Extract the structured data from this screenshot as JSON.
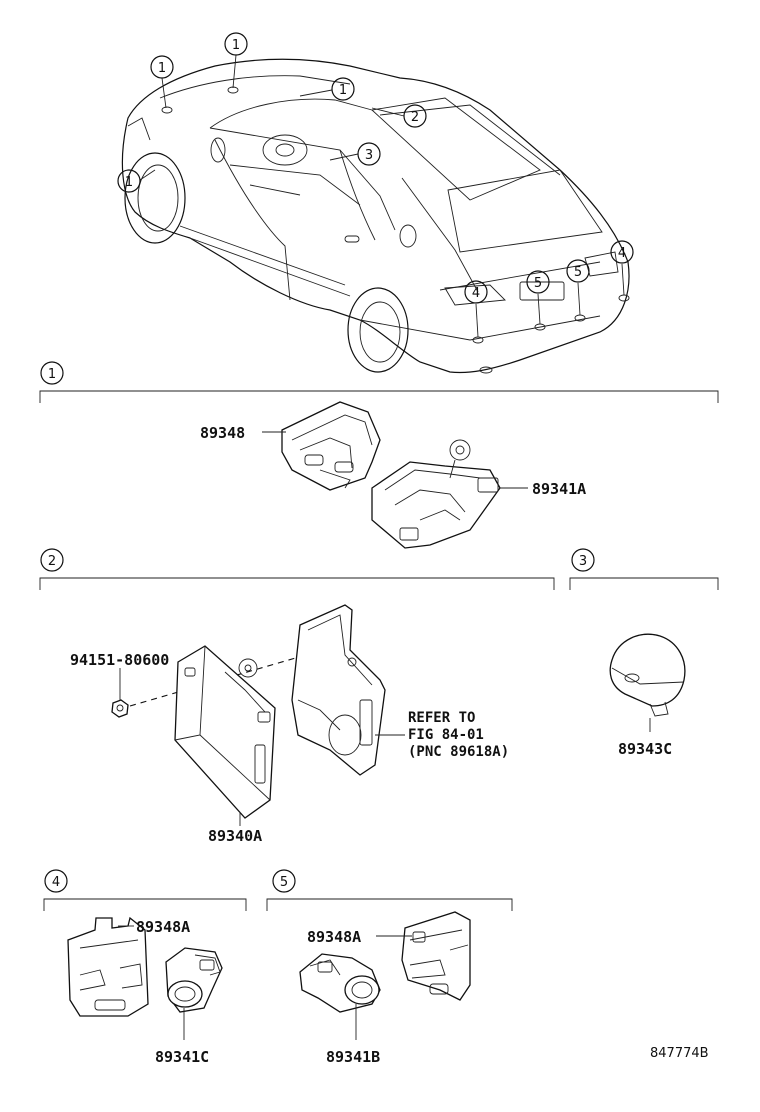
{
  "callout_numbers": [
    "1",
    "2",
    "3",
    "4",
    "5"
  ],
  "parts": {
    "p89348": "89348",
    "p89341A": "89341A",
    "p94151": "94151-80600",
    "p89340A": "89340A",
    "p89343C": "89343C",
    "p89348A_4": "89348A",
    "p89341C": "89341C",
    "p89348A_5": "89348A",
    "p89341B": "89341B"
  },
  "refer_note": [
    "REFER TO",
    "FIG 84-01",
    "(PNC 89618A)"
  ],
  "figure_code": "847774B"
}
